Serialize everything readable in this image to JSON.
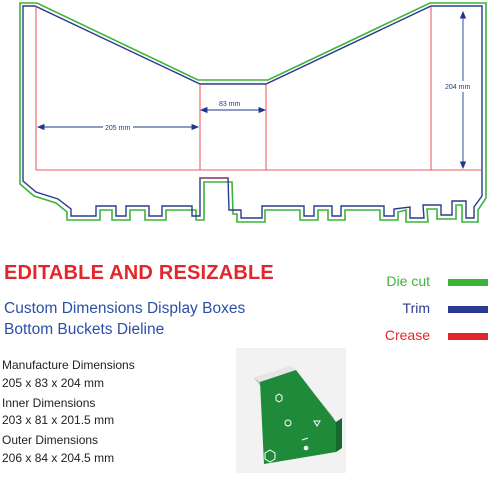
{
  "diagram": {
    "dimensions": {
      "width": "205 mm",
      "bottom_width": "83 mm",
      "height": "204 mm"
    }
  },
  "headline": "EDITABLE AND RESIZABLE",
  "subtitle_line1": "Custom Dimensions Display Boxes",
  "subtitle_line2": "Bottom Buckets Dieline",
  "specs": {
    "manufacture_label": "Manufacture Dimensions",
    "manufacture_value": "205 x 83 x 204 mm",
    "inner_label": "Inner Dimensions",
    "inner_value": "203 x 81 x 201.5 mm",
    "outer_label": "Outer Dimensions",
    "outer_value": "206 x 84 x 204.5 mm"
  },
  "legend": [
    {
      "label": "Die cut",
      "color": "#3cb43c"
    },
    {
      "label": "Trim",
      "color": "#2b3a8f"
    },
    {
      "label": "Crease",
      "color": "#e3262b"
    }
  ],
  "colors": {
    "box_green": "#1f8a3a",
    "box_side": "#d9d9d9"
  }
}
